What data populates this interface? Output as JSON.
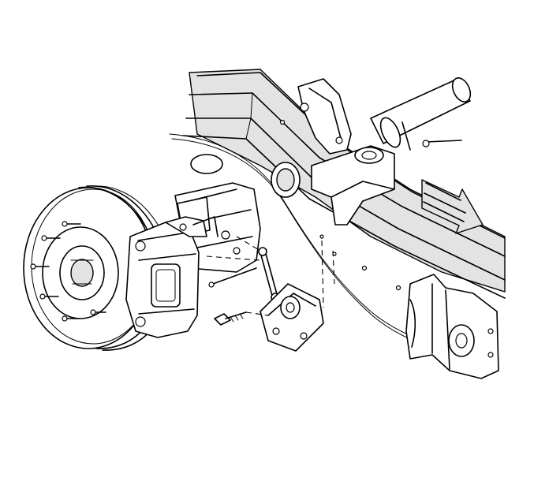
{
  "illustration": {
    "components": [
      "brake-rotor",
      "wheel-hub",
      "brake-caliper",
      "axle-housing",
      "frame-rail",
      "leaf-spring-hanger",
      "height-sensor-bracket",
      "height-sensor-link",
      "bolt",
      "direction-arrow"
    ],
    "colors": {
      "stroke": "#000000",
      "shade": "#e3e3e3",
      "background": "#ffffff"
    }
  }
}
